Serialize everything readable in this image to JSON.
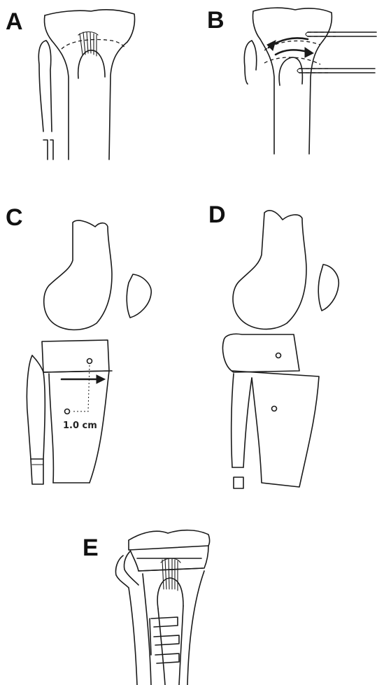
{
  "panels": {
    "a": {
      "label": "A"
    },
    "b": {
      "label": "B"
    },
    "c": {
      "label": "C",
      "measurement": "1.0 cm"
    },
    "d": {
      "label": "D"
    },
    "e": {
      "label": "E"
    }
  },
  "colors": {
    "ink": "#1a1a1a",
    "background": "#ffffff"
  }
}
